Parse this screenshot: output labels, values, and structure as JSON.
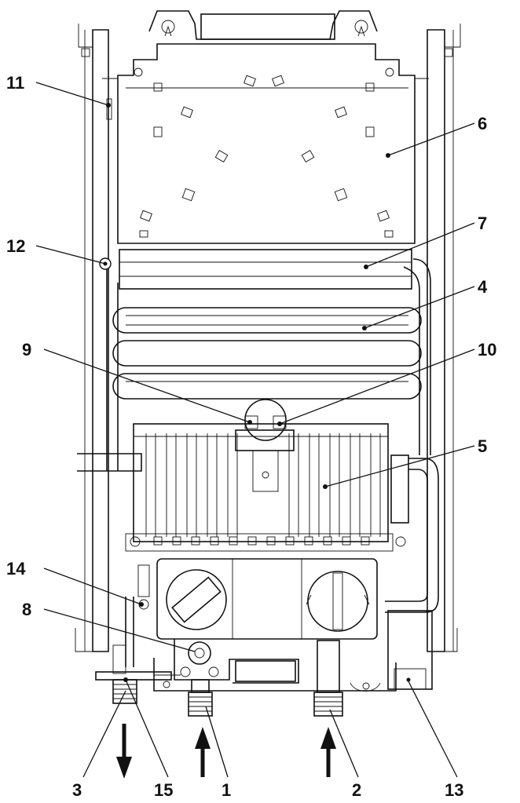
{
  "diagram": {
    "callouts": [
      {
        "id": "c11",
        "number": "11"
      },
      {
        "id": "c6",
        "number": "6"
      },
      {
        "id": "c12",
        "number": "12"
      },
      {
        "id": "c7",
        "number": "7"
      },
      {
        "id": "c4",
        "number": "4"
      },
      {
        "id": "c9",
        "number": "9"
      },
      {
        "id": "c10",
        "number": "10"
      },
      {
        "id": "c5",
        "number": "5"
      },
      {
        "id": "c14",
        "number": "14"
      },
      {
        "id": "c8",
        "number": "8"
      },
      {
        "id": "c3",
        "number": "3"
      },
      {
        "id": "c15",
        "number": "15"
      },
      {
        "id": "c1",
        "number": "1"
      },
      {
        "id": "c2",
        "number": "2"
      },
      {
        "id": "c13",
        "number": "13"
      }
    ],
    "colors": {
      "line": "#111111",
      "background": "#ffffff"
    }
  }
}
